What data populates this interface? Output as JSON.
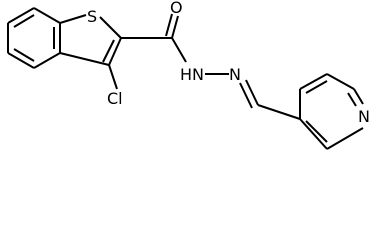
{
  "molecule": {
    "atoms": {
      "sulfur": "S",
      "oxygen": "O",
      "chlorine": "Cl",
      "hydrazide_nh": "HN",
      "imine_n": "N",
      "pyridine_n": "N"
    },
    "colors": {
      "bond": "#000000",
      "label": "#000000",
      "background": "#ffffff"
    }
  }
}
